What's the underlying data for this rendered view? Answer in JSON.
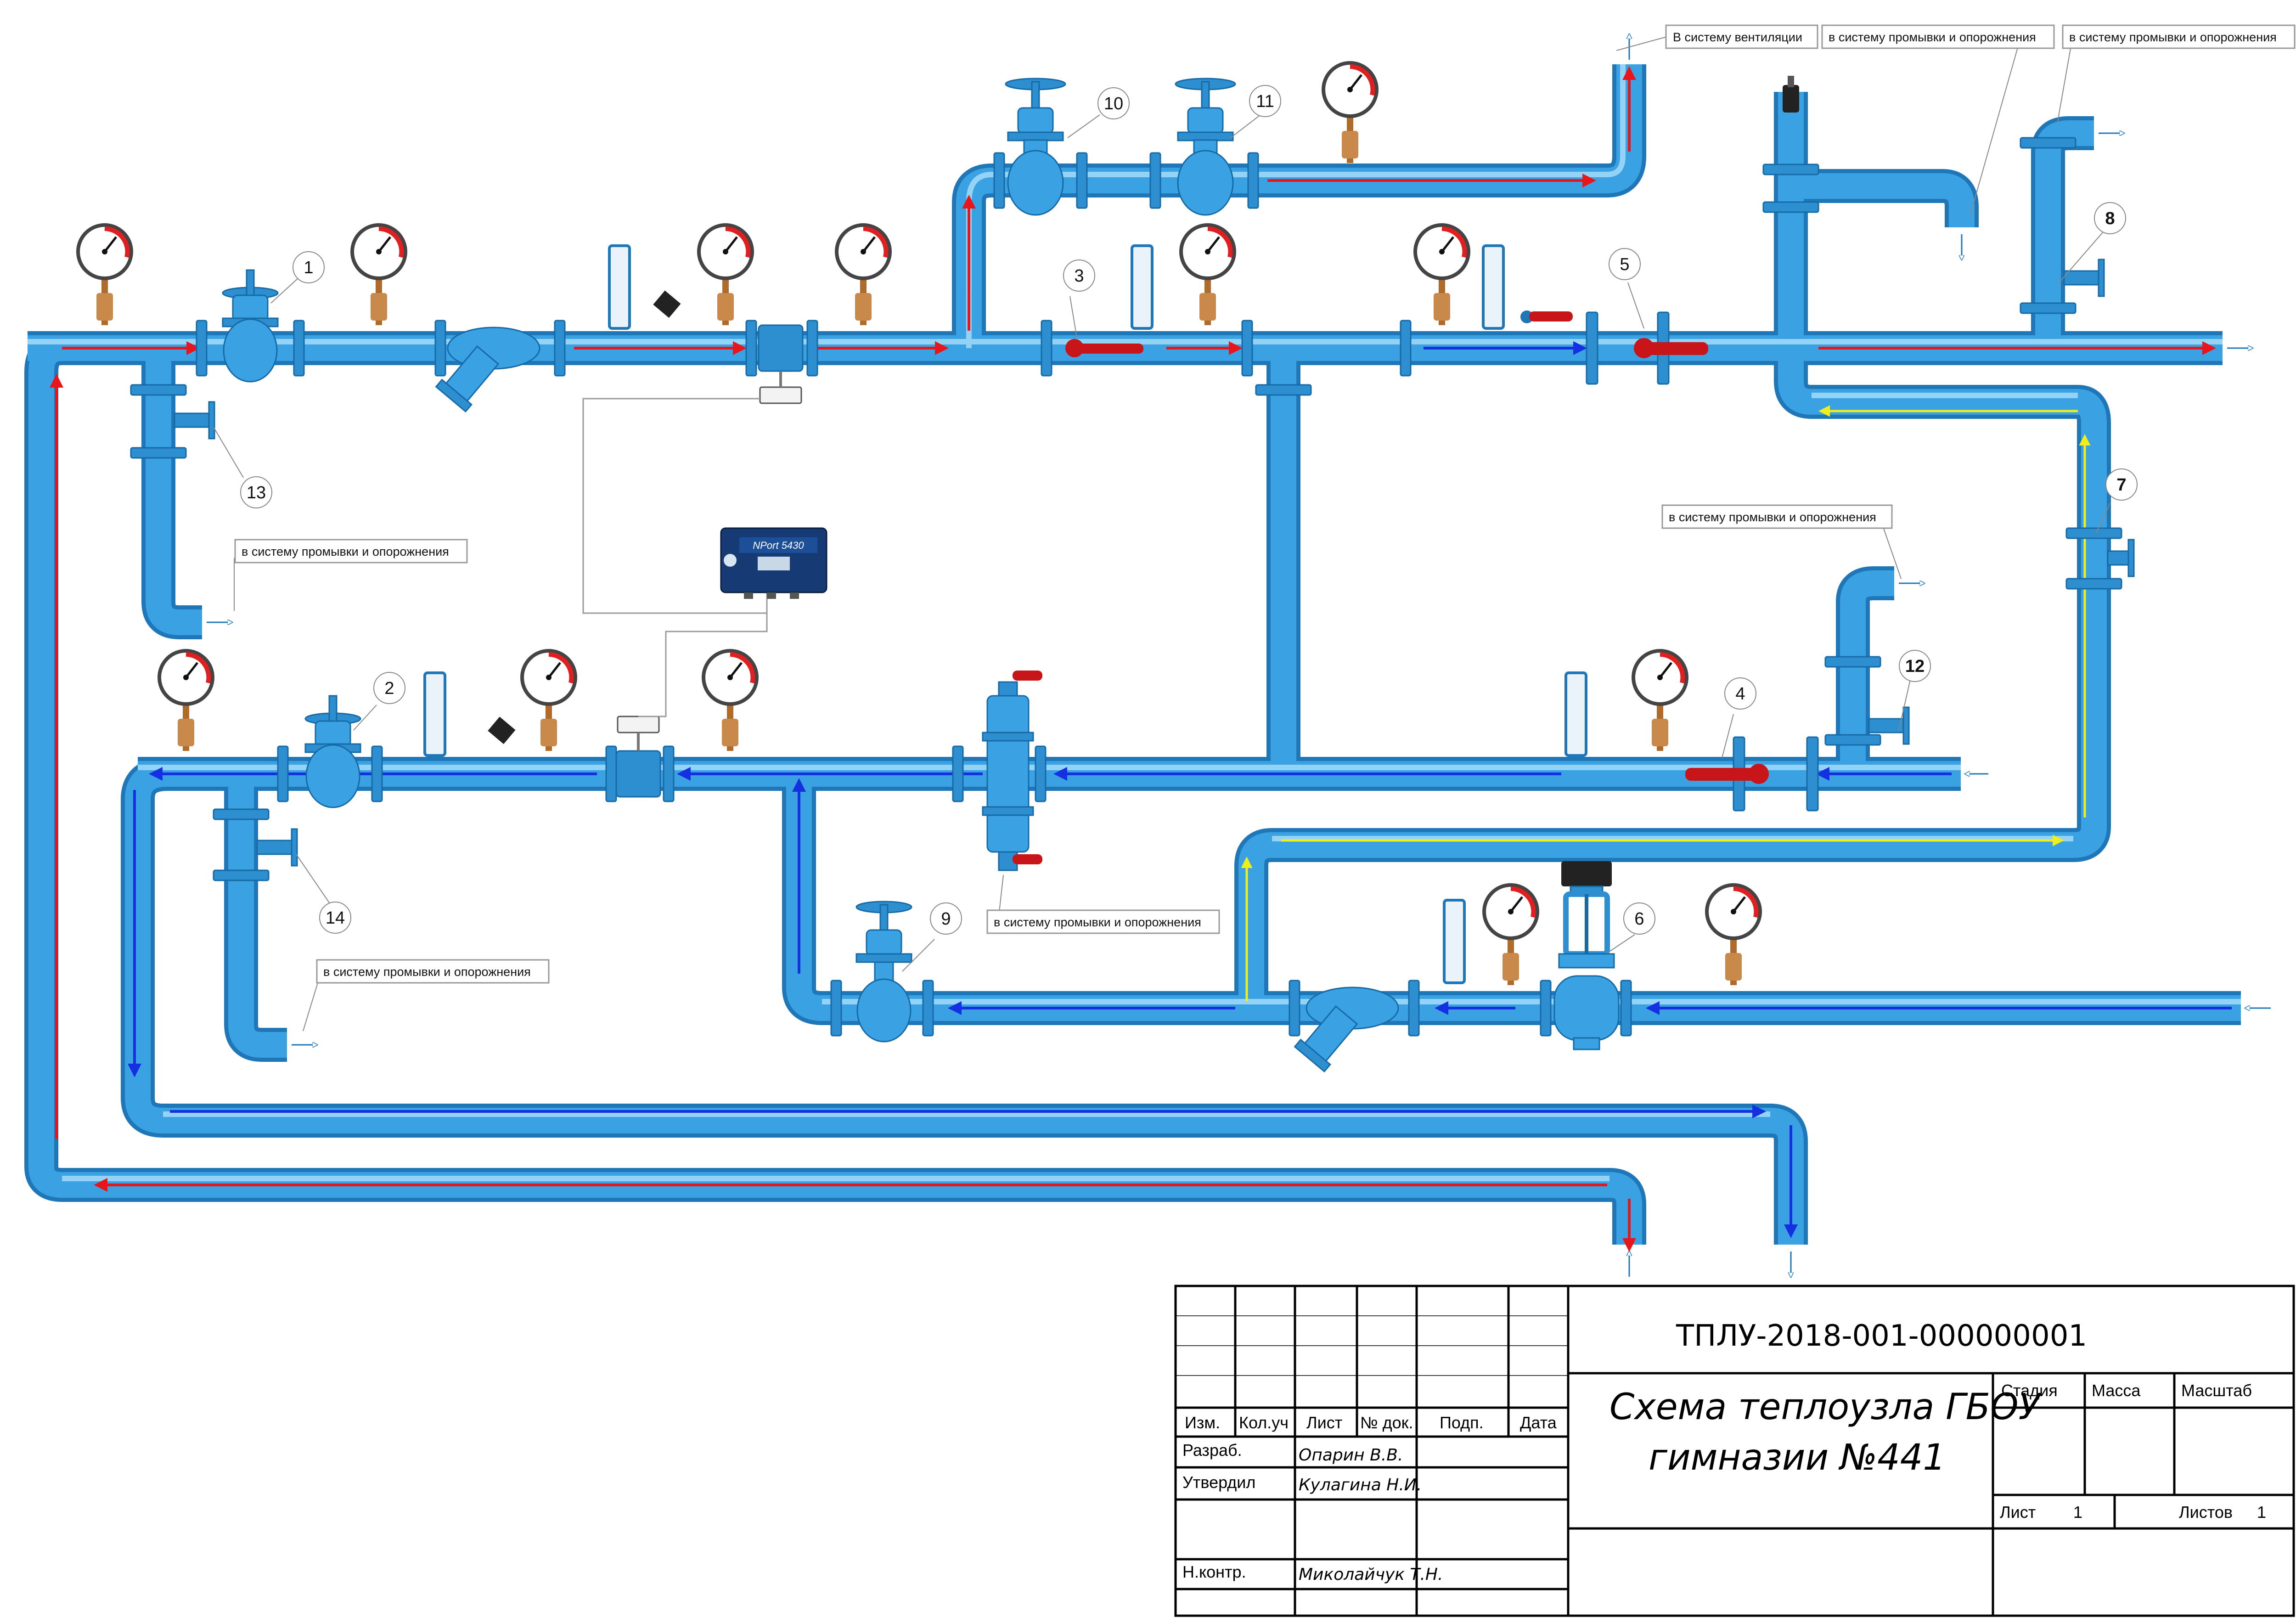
{
  "colors": {
    "pipe": "#3aa2e2",
    "pipe_dark": "#1f77b8",
    "pipe_light": "#8fd0f5",
    "supply_arrow": "#e8161b",
    "return_arrow": "#1530e0",
    "recirc_arrow": "#f2ee18",
    "valve_handle": "#c8151a",
    "brass": "#c8894a",
    "frame": "#000000"
  },
  "callouts": {
    "c1": "1",
    "c2": "2",
    "c3": "3",
    "c4": "4",
    "c5": "5",
    "c6": "6",
    "c7": "7",
    "c8": "8",
    "c9": "9",
    "c10": "10",
    "c11": "11",
    "c12": "12",
    "c13": "13",
    "c14": "14"
  },
  "notes": {
    "ventilation": "В систему вентиляции",
    "flush_top1": "в систему промывки и опорожнения",
    "flush_top2": "в систему промывки и опорожнения",
    "flush_right": "в систему промывки и опорожнения",
    "flush_13": "в систему промывки и опорожнения",
    "flush_mid": "в систему промывки и опорожнения",
    "flush_14": "в систему промывки и опорожнения"
  },
  "device": {
    "name": "NPort 5430"
  },
  "title_block": {
    "doc_code": "ТПЛУ-2018-001-000000001",
    "title_line1": "Схема теплоузла ГБОУ",
    "title_line2": "гимназии №441",
    "headers": {
      "izm": "Изм.",
      "kol": "Кол.уч",
      "list": "Лист",
      "ndoc": "№ док.",
      "podp": "Подп.",
      "data": "Дата"
    },
    "roles": {
      "razrab": "Разраб.",
      "utverdil": "Утвердил",
      "nkontr": "Н.контр."
    },
    "names": {
      "razrab": "Опарин В.В.",
      "utverdil": "Кулагина Н.И.",
      "nkontr": "Миколайчук Т.Н."
    },
    "stage_headers": {
      "stadiya": "Стадия",
      "massa": "Масса",
      "masshtab": "Масштаб"
    },
    "sheet": {
      "list_label": "Лист",
      "list_value": "1",
      "listov_label": "Листов",
      "listov_value": "1"
    }
  }
}
